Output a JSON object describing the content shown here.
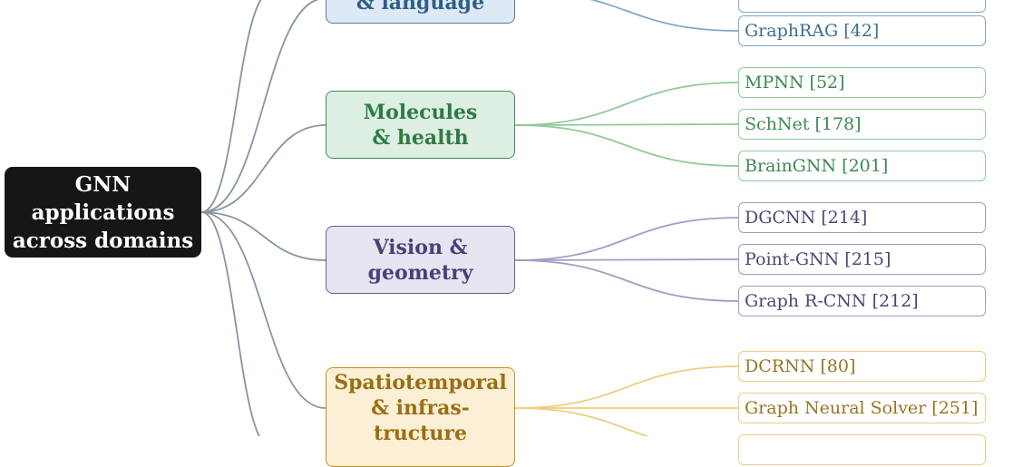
{
  "colors": {
    "trunk": "#8a959e",
    "language": {
      "stroke": "#4d7fa6",
      "fill": "#dde9f4",
      "text": "#2f5f86",
      "leaf": "#80a8c6",
      "leaf_text": "#3f6d92"
    },
    "molecules": {
      "stroke": "#3f8c55",
      "fill": "#dcefe2",
      "text": "#2f7a44",
      "leaf": "#8fcb9b",
      "leaf_text": "#3a8a50"
    },
    "vision": {
      "stroke": "#6a5c95",
      "fill": "#e8e3f0",
      "text": "#4a3f78",
      "leaf": "#a79ac4",
      "leaf_text": "#4f4575"
    },
    "spatio": {
      "stroke": "#c2922a",
      "fill": "#fbefd5",
      "text": "#9a6e12",
      "leaf": "#ecce80",
      "leaf_text": "#9a7424"
    }
  },
  "root": {
    "label": "GNN\napplications\nacross domains"
  },
  "categories": [
    {
      "key": "language",
      "label": "& language"
    },
    {
      "key": "molecules",
      "label": "Molecules\n& health"
    },
    {
      "key": "vision",
      "label": "Vision &\ngeometry"
    },
    {
      "key": "spatio",
      "label": "Spatiotemporal\n& infras-\ntructure"
    }
  ],
  "leaves": {
    "language": [
      "GraphRAG [42]"
    ],
    "molecules": [
      "MPNN [52]",
      "SchNet [178]",
      "BrainGNN [201]"
    ],
    "vision": [
      "DGCNN [214]",
      "Point-GNN [215]",
      "Graph R-CNN [212]"
    ],
    "spatio": [
      "DCRNN [80]",
      "Graph Neural Solver [251]"
    ]
  }
}
